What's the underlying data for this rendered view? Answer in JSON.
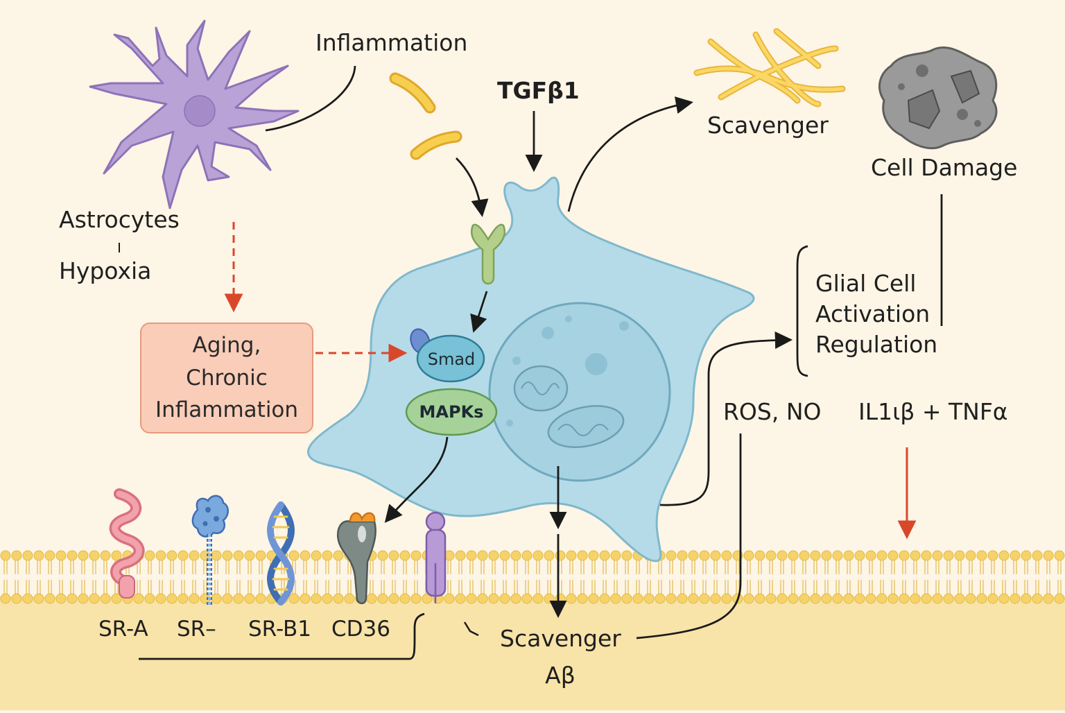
{
  "labels": {
    "inflammation": "Inflammation",
    "tgfb1": "TGFβ1",
    "scavenger_top": "Scavenger",
    "cell_damage": "Cell Damage",
    "astrocytes": "Astrocytes",
    "hypoxia": "Hypoxia",
    "aging_line1": "Aging,",
    "aging_line2": "Chronic",
    "aging_line3": "Inflammation",
    "smad": "Smad",
    "mapks": "MAPKs",
    "glial_line1": "Glial Cell",
    "glial_line2": "Activation",
    "glial_line3": "Regulation",
    "ros_no": "ROS, NO",
    "cytokines": "IL1ιβ +  TNFα",
    "scavenger_bottom": "Scavenger",
    "abeta": "Aβ"
  },
  "receptors": [
    "SR-A",
    "SR–",
    "SR-B1",
    "CD36"
  ],
  "colors": {
    "background": "#fdf5e6",
    "membrane": "#f6dc86",
    "microglia": "#a9d6e5",
    "astrocyte": "#b9a3d6",
    "dashed_arrow": "#d9472b",
    "signal_rods": "#f5c23b"
  }
}
